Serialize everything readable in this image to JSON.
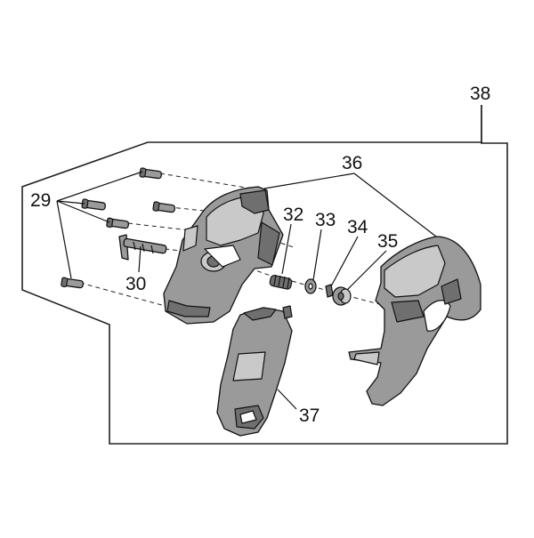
{
  "callouts": {
    "c29": "29",
    "c30": "30",
    "c32": "32",
    "c33": "33",
    "c34": "34",
    "c35": "35",
    "c36": "36",
    "c37": "37",
    "c38": "38"
  },
  "colors": {
    "line": "#222222",
    "part_fill": "#9a9a9a",
    "part_dark": "#6f6f6f",
    "part_light": "#c9c9c9"
  }
}
